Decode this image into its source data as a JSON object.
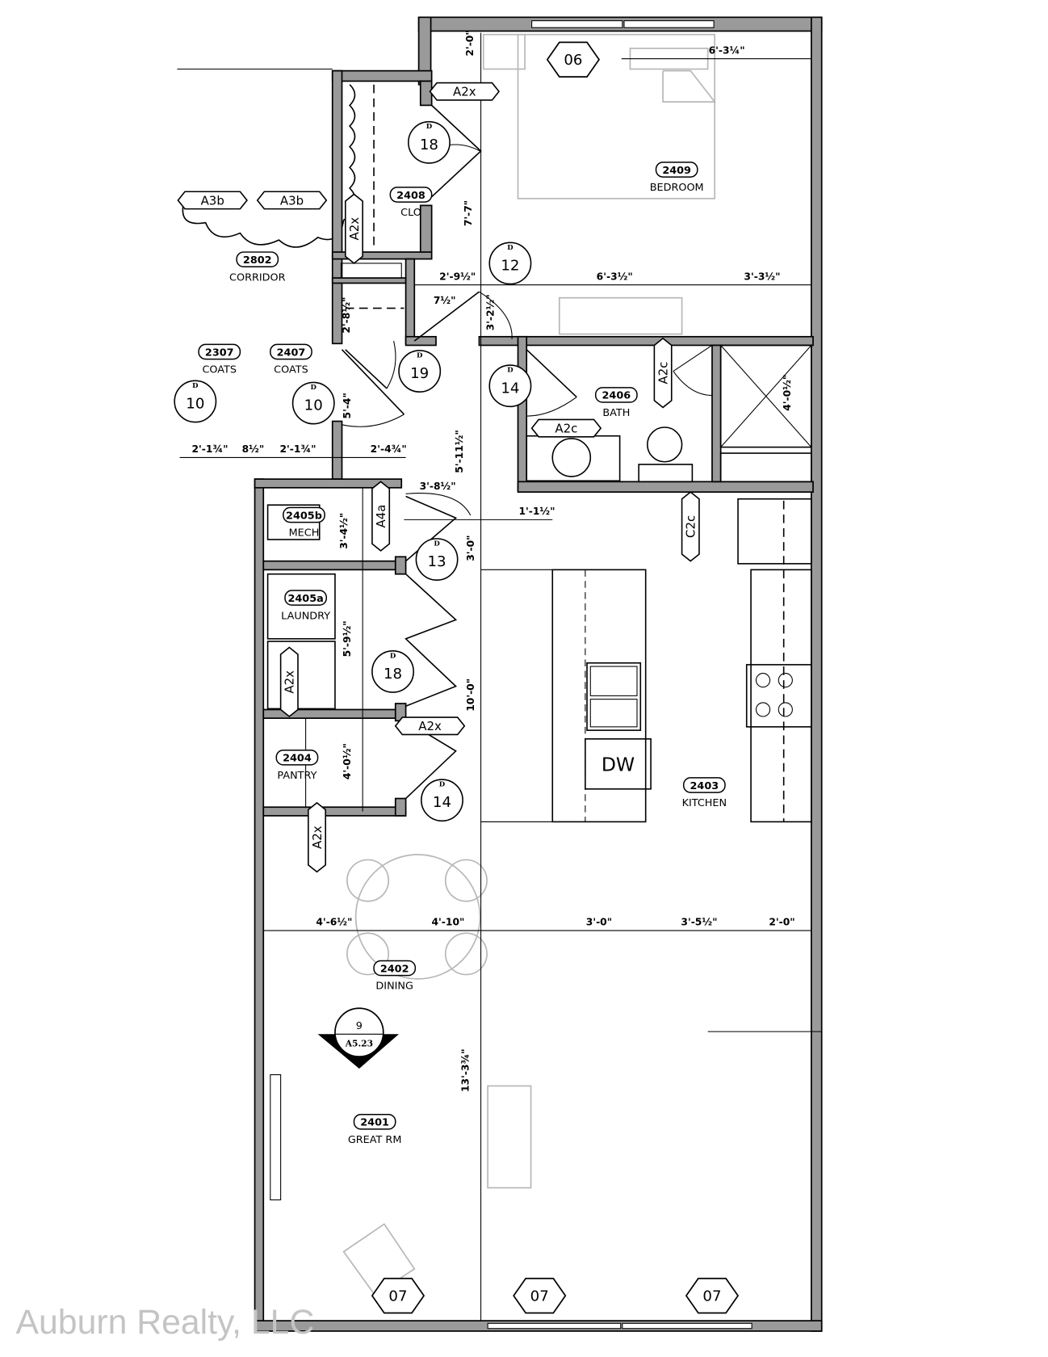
{
  "rooms": [
    {
      "number": "2409",
      "name": "BEDROOM"
    },
    {
      "number": "2408",
      "name": "CLO"
    },
    {
      "number": "2802",
      "name": "CORRIDOR"
    },
    {
      "number": "2307",
      "name": "COATS"
    },
    {
      "number": "2407",
      "name": "COATS"
    },
    {
      "number": "2406",
      "name": "BATH"
    },
    {
      "number": "2405b",
      "name": "MECH"
    },
    {
      "number": "2405a",
      "name": "LAUNDRY"
    },
    {
      "number": "2404",
      "name": "PANTRY"
    },
    {
      "number": "2403",
      "name": "KITCHEN"
    },
    {
      "number": "2402",
      "name": "DINING"
    },
    {
      "number": "2401",
      "name": "GREAT RM"
    }
  ],
  "door_tags": [
    {
      "prefix": "D",
      "number": "18"
    },
    {
      "prefix": "D",
      "number": "12"
    },
    {
      "prefix": "D",
      "number": "19"
    },
    {
      "prefix": "D",
      "number": "14"
    },
    {
      "prefix": "D",
      "number": "10"
    },
    {
      "prefix": "D",
      "number": "10"
    },
    {
      "prefix": "D",
      "number": "13"
    },
    {
      "prefix": "D",
      "number": "18"
    },
    {
      "prefix": "D",
      "number": "14"
    }
  ],
  "elevation_tags": [
    "A2x",
    "A3b",
    "A3b",
    "A2x",
    "A2c",
    "A2c",
    "A4a",
    "C2c",
    "A2x",
    "A2x",
    "A2x"
  ],
  "window_tags": [
    "06",
    "07",
    "07",
    "07"
  ],
  "dimensions": [
    "6'-3¼\"",
    "2'-9½\"",
    "6'-3½\"",
    "3'-3½\"",
    "7½\"",
    "2'-1¾\"",
    "8½\"",
    "2'-1¾\"",
    "2'-4¾\"",
    "3'-8½\"",
    "1'-1½\"",
    "4'-6½\"",
    "4'-10\"",
    "3'-0\"",
    "3'-5½\"",
    "2'-0\"",
    "2'-0\"",
    "7'-7\"",
    "2'-8½\"",
    "3'-2½\"",
    "5'-4\"",
    "5'-11½\"",
    "3'-4½\"",
    "3'-0\"",
    "5'-9½\"",
    "10'-0\"",
    "4'-0½\"",
    "13'-3¾\"",
    "4'-0½\""
  ],
  "appliances": {
    "dishwasher": "DW"
  },
  "section_marker": {
    "number": "9",
    "sheet": "A5.23"
  },
  "watermark": "Auburn Realty, LLC"
}
